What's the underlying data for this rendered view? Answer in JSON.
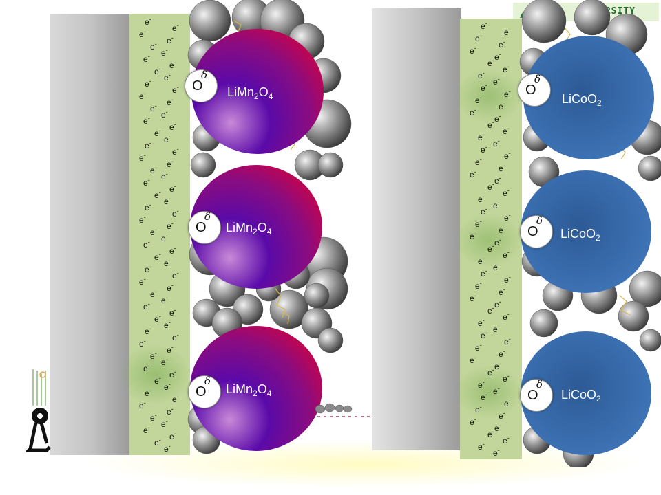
{
  "logo": {
    "text": "ERSITY"
  },
  "electron": {
    "symbol": "e",
    "charge": "-"
  },
  "oxygen": {
    "symbol": "O",
    "partial": "δ"
  },
  "colors": {
    "limn_red": "#e8002c",
    "limn_purple": "#5a0aa8",
    "licoo_blue": "#3d72b4",
    "collector_green": "#c2d69b",
    "particle_gray": "#6a6a6a"
  },
  "molecules": [
    {
      "label": "LiMn",
      "sub1": "2",
      "mid": "O",
      "sub2": "4",
      "delta": "δ"
    },
    {
      "label": "LiMn",
      "sub1": "2",
      "mid": "O",
      "sub2": "4",
      "delta": "δ"
    },
    {
      "label": "LiMn",
      "sub1": "2",
      "mid": "O",
      "sub2": "4",
      "delta": "δ"
    },
    {
      "label": "LiCoO",
      "sub1": "2",
      "mid": "",
      "sub2": "",
      "delta": "δ"
    },
    {
      "label": "LiCoO",
      "sub1": "2",
      "mid": "",
      "sub2": "",
      "delta": "δ"
    },
    {
      "label": "LiCoO",
      "sub1": "2",
      "mid": "",
      "sub2": "",
      "delta": "δ"
    }
  ]
}
